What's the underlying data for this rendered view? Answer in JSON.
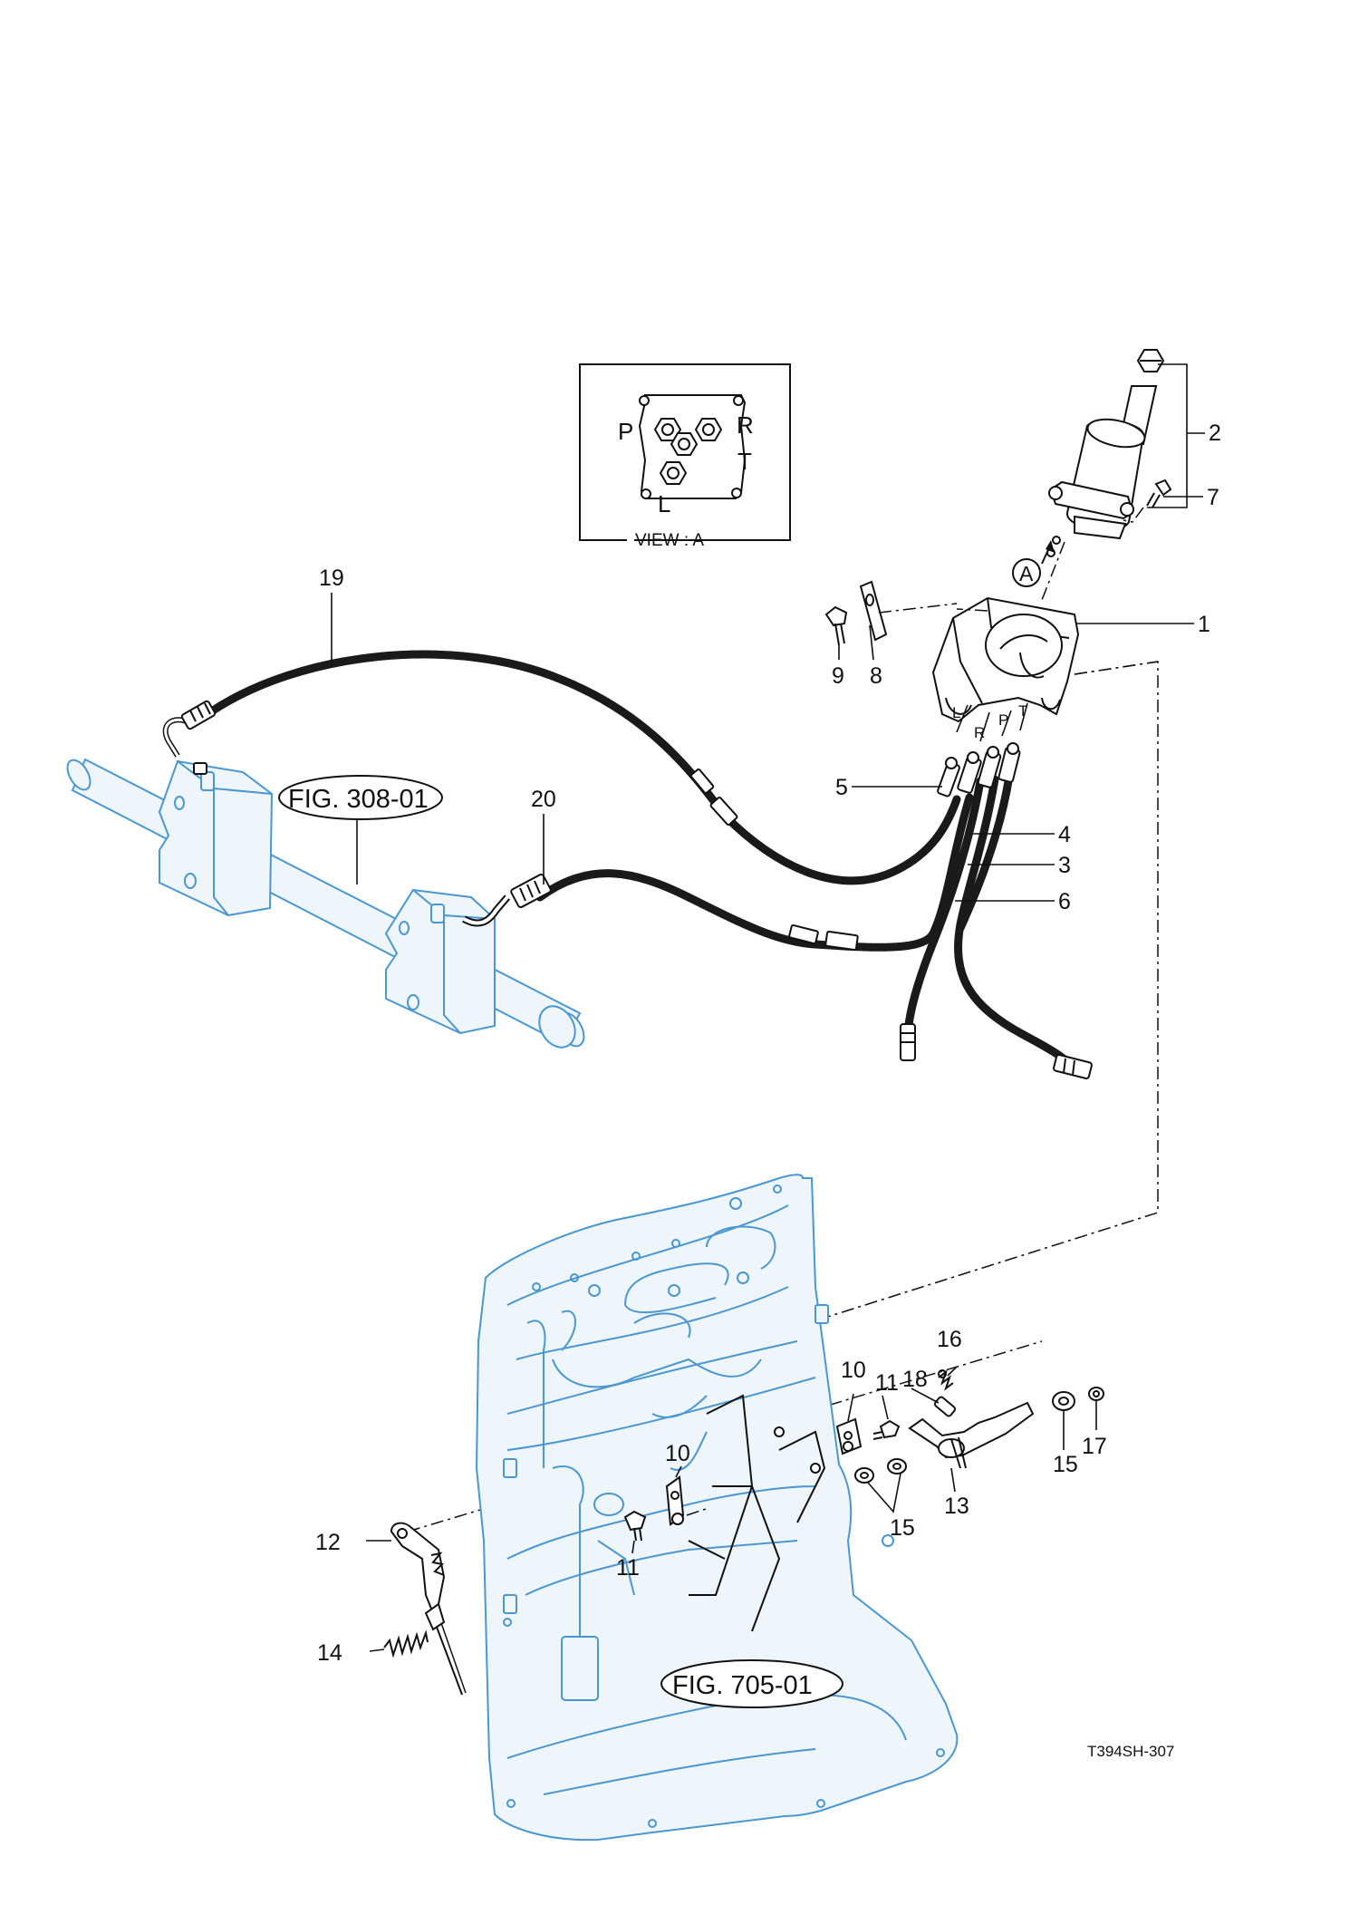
{
  "view_box": {
    "caption": "VIEW : A",
    "ports": [
      "P",
      "R",
      "T",
      "L"
    ]
  },
  "hose_port_letters": [
    "L",
    "R",
    "P",
    "T"
  ],
  "view_marker": "A",
  "part_labels": [
    "1",
    "2",
    "3",
    "4",
    "5",
    "6",
    "7",
    "8",
    "9",
    "10",
    "10",
    "11",
    "11",
    "12",
    "13",
    "14",
    "15",
    "15",
    "16",
    "17",
    "18",
    "19",
    "20"
  ],
  "fig_refs": [
    "FIG. 308-01",
    "FIG. 705-01"
  ],
  "drawing_code": "T394SH-307",
  "colors": {
    "reference_parts": "#4a97d2",
    "main_parts": "#111111"
  }
}
